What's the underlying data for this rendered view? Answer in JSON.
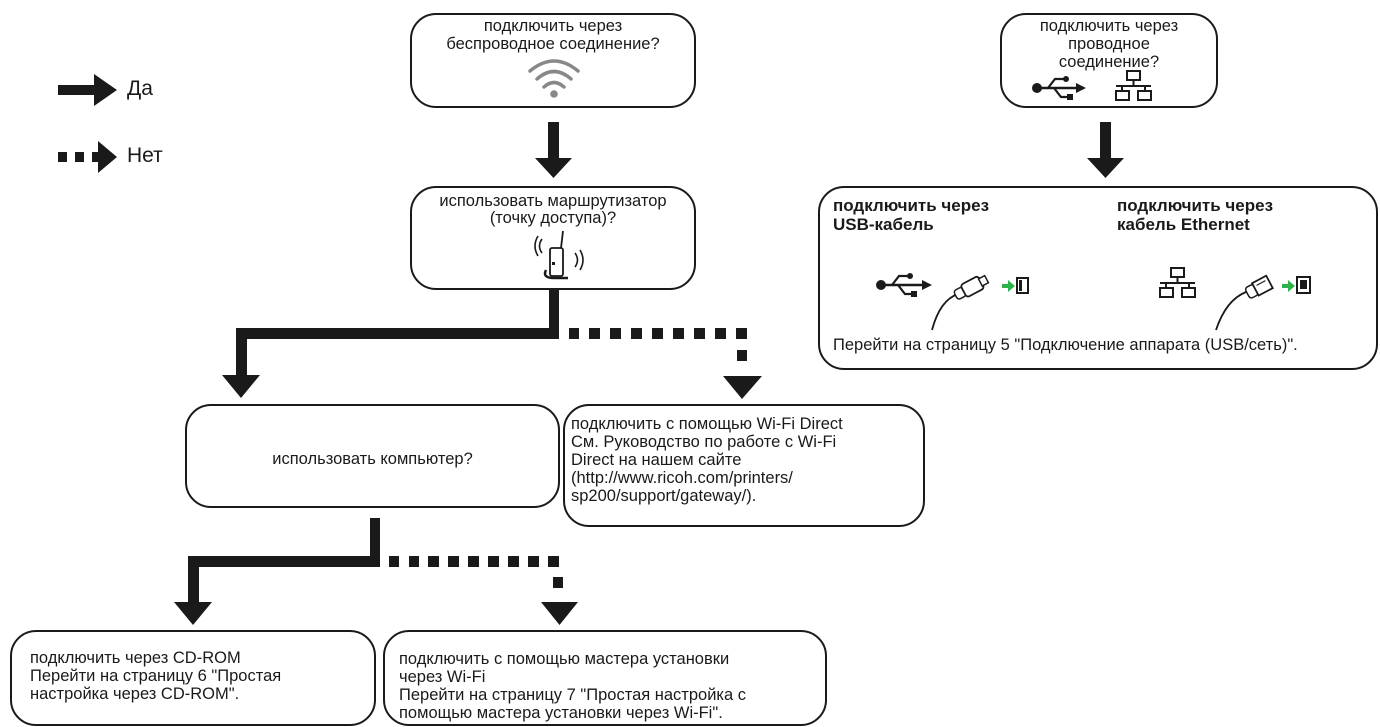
{
  "legend": {
    "yes_label": "Да",
    "no_label": "Нет"
  },
  "nodes": {
    "wireless": {
      "line1": "подключить через",
      "line2": "беспроводное соединение?",
      "icon": "wifi-icon"
    },
    "router": {
      "line1": "использовать маршрутизатор",
      "line2": "(точку доступа)?",
      "icon": "router-icon"
    },
    "computer": {
      "text": "использовать компьютер?"
    },
    "wifi_direct": {
      "line1": "подключить с помощью Wi-Fi Direct",
      "line2": "См. Руководство по работе с Wi-Fi",
      "line3": "Direct на нашем сайте",
      "line4": "(http://www.ricoh.com/printers/",
      "line5": "sp200/support/gateway/)."
    },
    "cdrom": {
      "line1": "подключить через CD-ROM",
      "line2": "Перейти на страницу 6 \"Простая",
      "line3": "настройка через CD-ROM\"."
    },
    "wizard": {
      "line1": "подключить с помощью мастера установки",
      "line2": "через Wi-Fi",
      "line3": "Перейти на страницу 7 \"Простая настройка с",
      "line4": "помощью мастера установки через Wi-Fi\"."
    },
    "wired": {
      "line1": "подключить через",
      "line2": "проводное",
      "line3": "соединение?",
      "icons": [
        "usb-icon",
        "network-icon"
      ]
    },
    "wired_options": {
      "usb_title1": "подключить через",
      "usb_title2": "USB-кабель",
      "eth_title1": "подключить через",
      "eth_title2": "кабель Ethernet",
      "footer": "Перейти на страницу 5 \"Подключение аппарата (USB/сеть)\"."
    }
  },
  "colors": {
    "line": "#1a1a1a",
    "accent": "#2db34a"
  }
}
